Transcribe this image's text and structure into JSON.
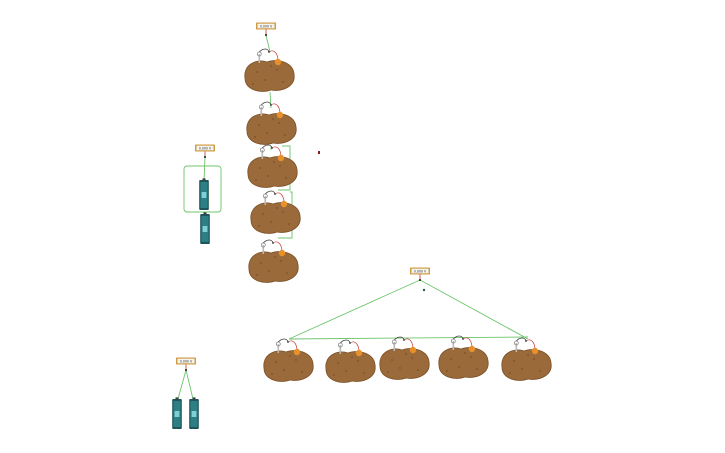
{
  "meter_label": "0.000 V",
  "colors": {
    "background": "#ffffff",
    "wire_green": "#6cc46c",
    "wire_red": "#c0392b",
    "wire_black": "#333333",
    "potato_fill": "#9b6a3a",
    "potato_dark": "#7a4f26",
    "copper": "#e8902a",
    "battery_body": "#2d7f86",
    "battery_dark": "#1f555a",
    "meter_frame": "#d19b44"
  },
  "meter_count": 4,
  "potato_count": 10,
  "battery_count": 4,
  "icons": [
    "voltmeter-icon",
    "potato-icon",
    "battery-icon",
    "electrode-icon",
    "marker-dot-icon"
  ]
}
